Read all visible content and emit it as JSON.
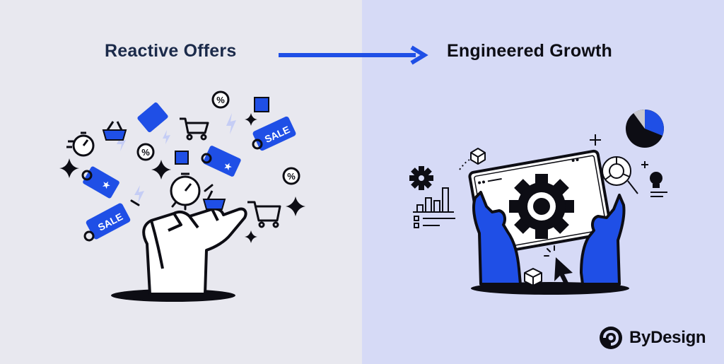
{
  "headings": {
    "left": "Reactive Offers",
    "right": "Engineered Growth"
  },
  "tags": {
    "sale": "SALE",
    "percent": "%"
  },
  "brand": {
    "name": "ByDesign"
  },
  "colors": {
    "left_background": "#e8e8ef",
    "right_background": "#d6daf6",
    "accent_blue": "#1f4fe6",
    "ink": "#0d0d14",
    "heading_navy": "#1b2a4a"
  },
  "icons": {
    "transition": "arrow-right-icon",
    "left_illustration": "hand-with-floating-deals-icon",
    "right_illustration": "hands-holding-gear-screen-icon",
    "logo": "bydesign-logo-icon"
  }
}
